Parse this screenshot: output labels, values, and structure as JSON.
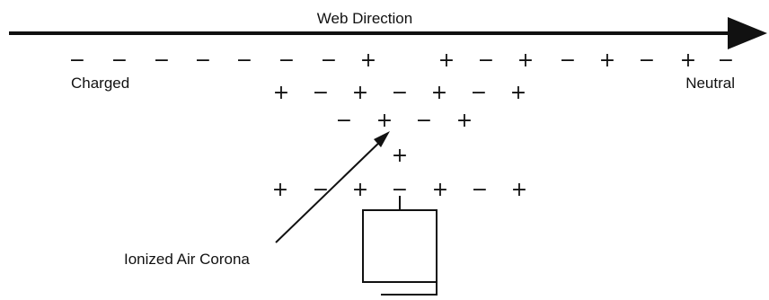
{
  "labels": {
    "web_direction": "Web Direction",
    "charged": "Charged",
    "neutral": "Neutral",
    "ionized_air_corona": "Ionized Air Corona"
  },
  "web_charge_row": [
    "−",
    "−",
    "−",
    "−",
    "−",
    "−",
    "−",
    "+",
    "+",
    "−",
    "+",
    "−",
    "+",
    "−",
    "+",
    "−"
  ],
  "upper_charge_row": [
    "+",
    "−",
    "+",
    "−",
    "+",
    "−",
    "+"
  ],
  "corona_upper_row": [
    "−",
    "+",
    "−",
    "+"
  ],
  "corona_single": [
    "+"
  ],
  "electrode_charge_row": [
    "+",
    "−",
    "+",
    "−",
    "+",
    "−",
    "+"
  ],
  "colors": {
    "ink": "#111111",
    "background": "#ffffff"
  }
}
